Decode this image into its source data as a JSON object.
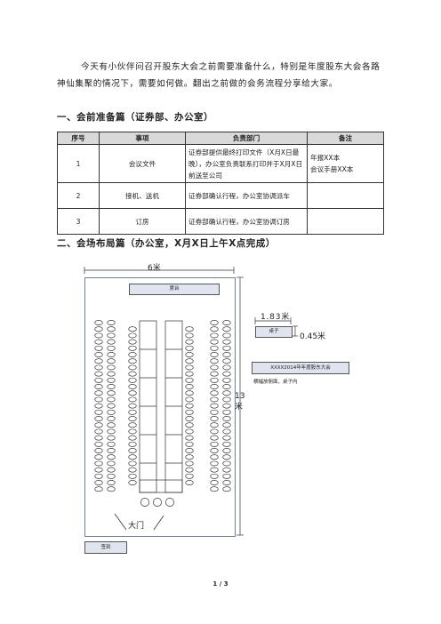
{
  "intro": "今天有小伙伴问召开股东大会之前需要准备什么，特别是年度股东大会各路神仙集聚的情况下，需要如何做。翻出之前做的会务流程分享给大家。",
  "section1_title": "一、会前准备篇（证券部、办公室）",
  "table": {
    "headers": [
      "序号",
      "事项",
      "负责部门",
      "备注"
    ],
    "rows": [
      [
        "1",
        "会议文件",
        "证券部提供最终打印文件（X月X日最晚），办公室负责联系打印并于X月X日前送至公司",
        "年报XX本\n会议手册XX本"
      ],
      [
        "2",
        "接机、送机",
        "证券部确认行程，办公室协调派车",
        ""
      ],
      [
        "3",
        "订房",
        "证券部确认行程，办公室协调订房",
        ""
      ]
    ]
  },
  "section2_title": "二、会场布局篇（办公室，X月X日上午X点完成）",
  "diagram": {
    "width_label": "6米",
    "height_label": "13米",
    "desk_width_label": "1.83米",
    "desk_depth_label": "0.45米",
    "stage_label": "席台",
    "desk_label": "桌子",
    "banner_label": "XXXX2014年年度股东大会",
    "banner_note": "横幅放侧面，桌子内",
    "door_label": "大门",
    "signin_label": "签到"
  },
  "page_number": "1 / 3"
}
